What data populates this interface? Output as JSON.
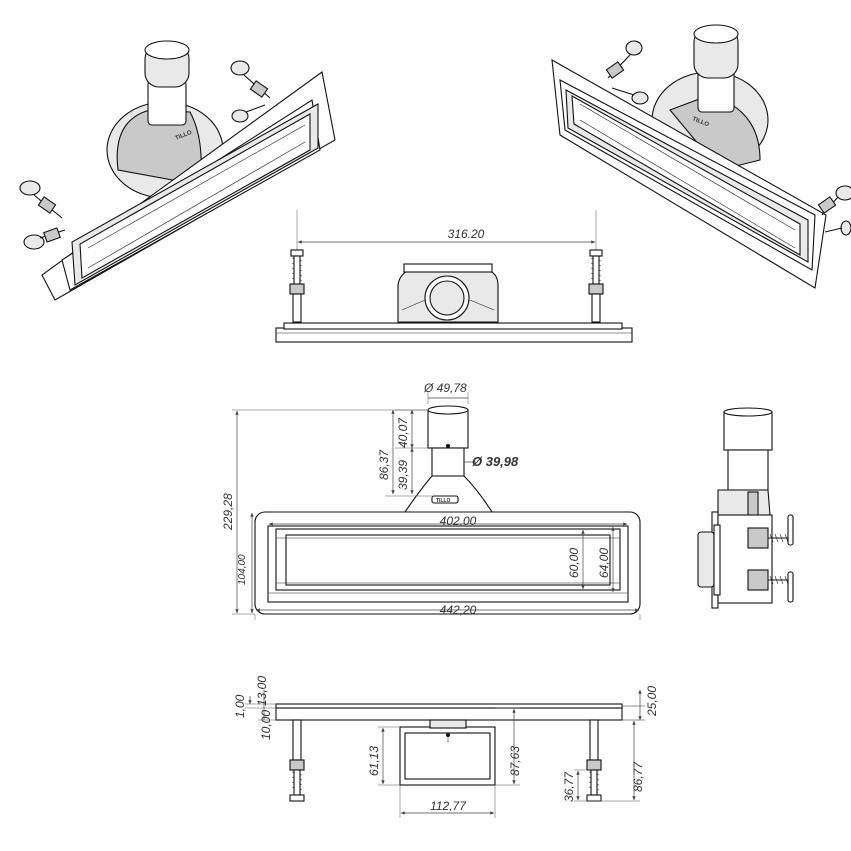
{
  "logo": {
    "text": "TILLO"
  },
  "dimensions": {
    "top_span": "316.20",
    "outlet_outer_diameter": "Ø 49,78",
    "outlet_inner_diameter": "Ø 39,98",
    "outlet_upper_height": "40,07",
    "outlet_total_height": "86,37",
    "outlet_lower_height": "39,39",
    "overall_height": "229,28",
    "frame_inner_width": "402,00",
    "frame_outer_width": "442,20",
    "frame_outer_height": "104,00",
    "channel_inner_height": "60,00",
    "channel_outer_height": "64,00",
    "bottom_thickness_a": "1,00",
    "bottom_thickness_b": "13,00",
    "bottom_thickness_c": "10,00",
    "bottom_frame_height": "25,00",
    "trap_height": "61,13",
    "trap_total_height": "87,63",
    "trap_width": "112,77",
    "foot_height": "36,77",
    "foot_total_height": "86,77"
  }
}
